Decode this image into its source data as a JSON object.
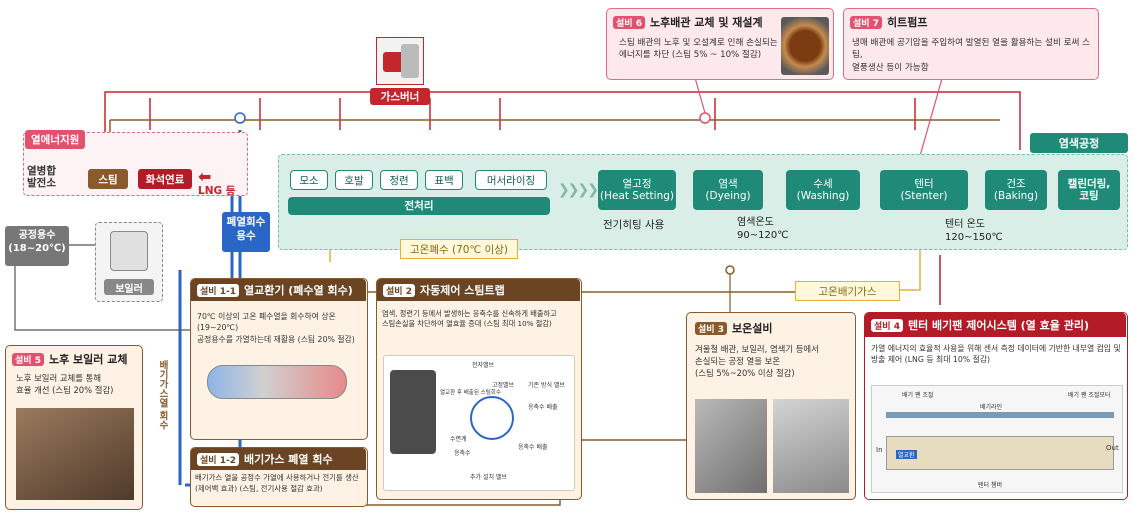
{
  "energy_source": {
    "title": "열에너지원",
    "chp_plant": "열병합\n발전소",
    "steam": "스팀",
    "fossil_fuel": "화석연료",
    "lng": "LNG 등"
  },
  "process_water": "공정용수\n(18~20℃)",
  "boiler": "보일러",
  "gas_burner": "가스버너",
  "waste_heat_water": "폐열회수\n용수",
  "exhaust_recovery_label": "배기가스열 회수",
  "dyeing_process": {
    "title": "염색공정",
    "pre_steps": [
      "모소",
      "호발",
      "정련",
      "표백",
      "머서라이징"
    ],
    "pretreatment": "전처리",
    "heat_setting": "열고정\n(Heat Setting)",
    "heat_setting_note": "전기히팅 사용",
    "dyeing": "염색\n(Dyeing)",
    "dyeing_temp": "염색온도\n90~120℃",
    "washing": "수세\n(Washing)",
    "stenter": "텐터\n(Stenter)",
    "stenter_temp": "텐터 온도\n120~150℃",
    "baking": "건조\n(Baking)",
    "finishing": "캘린더링,\n코팅"
  },
  "hot_wastewater": "고온폐수 (70℃ 이상)",
  "hot_exhaust": "고온배기가스",
  "equip_1_1": {
    "tag": "설비 1-1",
    "title": "열교환기 (폐수열 회수)",
    "desc": "70℃ 이상의 고온 폐수열을 회수하여 상온(19~20℃)\n공정용수를 가열하는데 재활용 (스팀 20% 절감)"
  },
  "equip_1_2": {
    "tag": "설비 1-2",
    "title": "배기가스 폐열 회수",
    "desc": "배기가스 열을 공정수 가열에 사용하거나 전기를 생산\n(제어백 효과) (스팀, 전기사용 절감 효과)"
  },
  "equip_2": {
    "tag": "설비 2",
    "title": "자동제어 스팀트랩",
    "desc": "염색, 정련기 등에서 발생하는 응축수를 신속하게 배출하고\n스팀손실을 차단하여 열효율 증대 (스팀 최대 10% 절감)",
    "diagram_labels": [
      "전자밸브",
      "고정밸브",
      "열교환 후 배출된 스팀회수",
      "기존 방식 밸브",
      "응축수 배출",
      "수면계",
      "응축수",
      "응축수 배출",
      "추가 설치 밸브"
    ]
  },
  "equip_3": {
    "tag": "설비 3",
    "title": "보온설비",
    "desc": "겨울철 배관, 보일러, 염색기 등에서\n손실되는 공정 열을 보온\n(스팀 5%~20% 이상 절감)"
  },
  "equip_4": {
    "tag": "설비 4",
    "title": "텐터 배기팬 제어시스템 (열 효율 관리)",
    "desc": "가열 에너지의 효율적 사용을 위해 센서 측정 데이터에 기반한 내부열 컴입 및\n방출 제어 (LNG 등 최대 10% 절감)",
    "diagram_labels": [
      "배기 팬 조절",
      "배기라인",
      "배기 팬 조절모터",
      "In",
      "Out",
      "텐터 챔버",
      "열교환"
    ]
  },
  "equip_5": {
    "tag": "설비 5",
    "title": "노후 보일러 교체",
    "desc": "노후 보일러 교체를 통해\n효율 개선 (스팀 20% 절감)"
  },
  "equip_6": {
    "tag": "설비 6",
    "title": "노후배관 교체 및 재설계",
    "desc": "스팀 배관의 노후 및 오설계로 인해 손실되는\n에너지를 차단 (스팀 5% ~ 10% 절감)"
  },
  "equip_7": {
    "tag": "설비 7",
    "title": "히트펌프",
    "desc": "냉매 배관에 공기압을 주입하여 발열된 열을 활용하는 설비 로써 스팀,\n열풍생산 등이 가능함"
  },
  "colors": {
    "green": "#1f8a77",
    "brown": "#8a5a2b",
    "red": "#c4262e",
    "pink": "#e2526f",
    "blue": "#2a66c6",
    "yellow": "#e4b23a"
  },
  "icons": [
    "boiler-icon",
    "burner-icon",
    "heat-exchanger-icon",
    "pipe-icon",
    "steam-trap-icon",
    "insulation-photo",
    "boiler-photo",
    "tenter-diagram"
  ]
}
